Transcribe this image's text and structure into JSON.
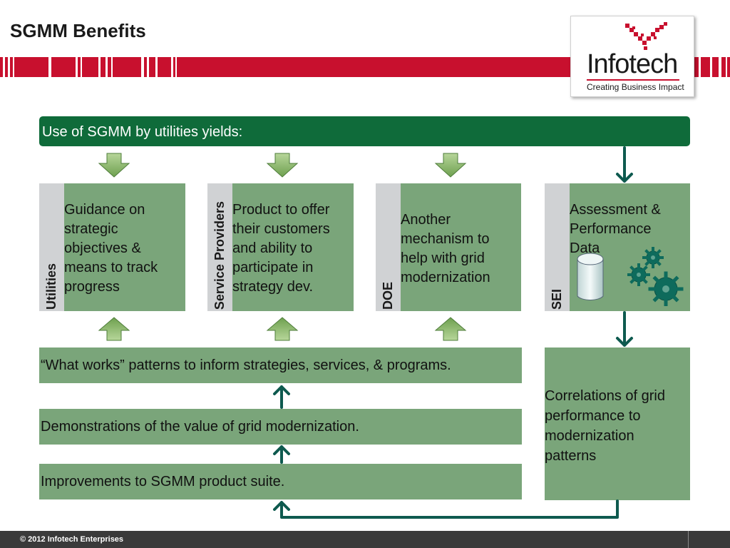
{
  "page": {
    "title": "SGMM Benefits"
  },
  "logo": {
    "name": "Infotech",
    "tagline": "Creating Business Impact"
  },
  "header": {
    "text": "Use of SGMM by utilities yields:"
  },
  "cards": [
    {
      "side": "Utilities",
      "text": "Guidance on strategic objectives & means to track progress"
    },
    {
      "side": "Service Providers",
      "text": "Product to offer their customers and ability to participate in strategy dev."
    },
    {
      "side": "DOE",
      "text": "Another mechanism to help with grid modernization"
    },
    {
      "side": "SEI",
      "text": "Assessment & Performance Data"
    }
  ],
  "rows": {
    "what_works": "“What works” patterns to inform strategies, services, & programs.",
    "demonstrations": "Demonstrations of the value of grid modernization.",
    "improvements": "Improvements to SGMM product suite."
  },
  "right_box": {
    "text": "Correlations of grid performance to modernization patterns"
  },
  "footer": {
    "text": "© 2012 Infotech Enterprises"
  },
  "colors": {
    "brand_red": "#c8102e",
    "header_green": "#0f6b3a",
    "box_green": "#7aa57a",
    "side_gray": "#d0d2d4",
    "arrow_teal": "#0e5a4f"
  }
}
